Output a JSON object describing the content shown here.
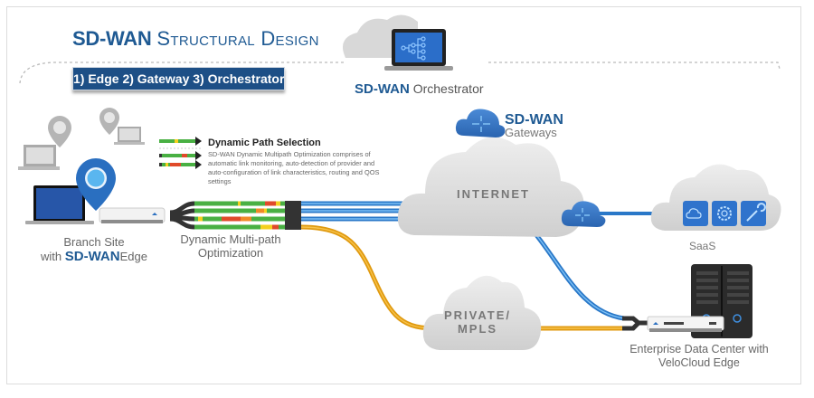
{
  "title": {
    "main": "SD-WAN",
    "sub": "Structural Design"
  },
  "banner": {
    "label": "1) Edge 2) Gateway 3) Orchestrator"
  },
  "orchestrator": {
    "brand": "SD-WAN",
    "label": "Orchestrator",
    "icon": "network-tree-icon"
  },
  "dynamic_path_selection": {
    "title": "Dynamic Path Selection",
    "description": "SD-WAN Dynamic Multipath Optimization comprises of automatic link monitoring, auto-detection of provider and auto-configuration of link characteristics, routing and QOS settings"
  },
  "branch": {
    "line1": "Branch Site",
    "line2_prefix": "with",
    "brand": "SD-WAN",
    "line2_suffix": "Edge"
  },
  "multipath": {
    "label": "Dynamic Multi-path Optimization"
  },
  "gateways": {
    "brand": "SD-WAN",
    "label": "Gateways",
    "icon": "router-arrows-icon"
  },
  "clouds": {
    "internet": "INTERNET",
    "private": "PRIVATE/ MPLS",
    "saas": "SaaS"
  },
  "saas_icons": [
    "cloud-icon",
    "gear-icon",
    "wrench-icon"
  ],
  "datacenter": {
    "label": "Enterprise Data Center with VeloCloud Edge"
  },
  "colors": {
    "brand_blue": "#1f5a93",
    "link_blue": "#3a8fdc",
    "mpls_orange": "#f0a818",
    "green": "#49b043",
    "red": "#e04a2a",
    "yellow": "#f4d01e",
    "cloud_gray": "#dcdcdc"
  }
}
